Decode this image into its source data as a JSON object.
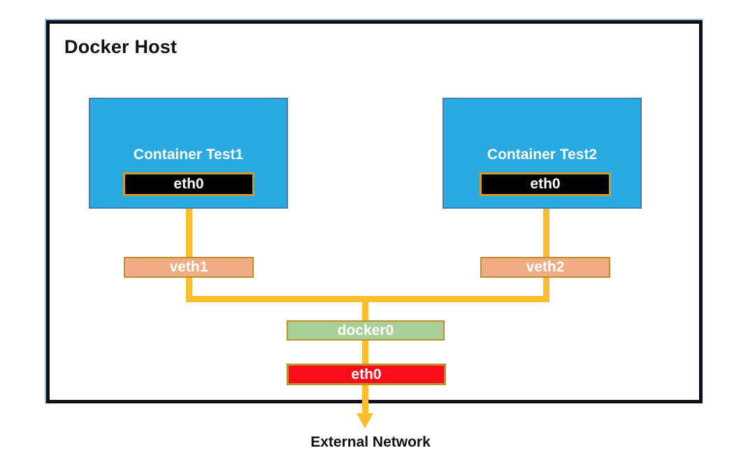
{
  "diagram": {
    "title": "Docker Host",
    "external_label": "External Network",
    "colors": {
      "outer_frame": "#92bde3",
      "host_frame": "#0d1117",
      "container_fill": "#29abe2",
      "container_border": "#3b7fb5",
      "eth0_inner_fill": "#000000",
      "veth_fill": "#f0ad84",
      "docker0_fill": "#a8cf97",
      "eth0_red_fill": "#fc0d1b",
      "wire": "#fbbe2e",
      "node_border_gold": "#bf8f2a"
    },
    "containers": [
      {
        "name": "Container Test1",
        "interface": "eth0"
      },
      {
        "name": "Container Test2",
        "interface": "eth0"
      }
    ],
    "veths": [
      {
        "label": "veth1"
      },
      {
        "label": "veth2"
      }
    ],
    "bridge": {
      "label": "docker0"
    },
    "host_nic": {
      "label": "eth0"
    }
  }
}
